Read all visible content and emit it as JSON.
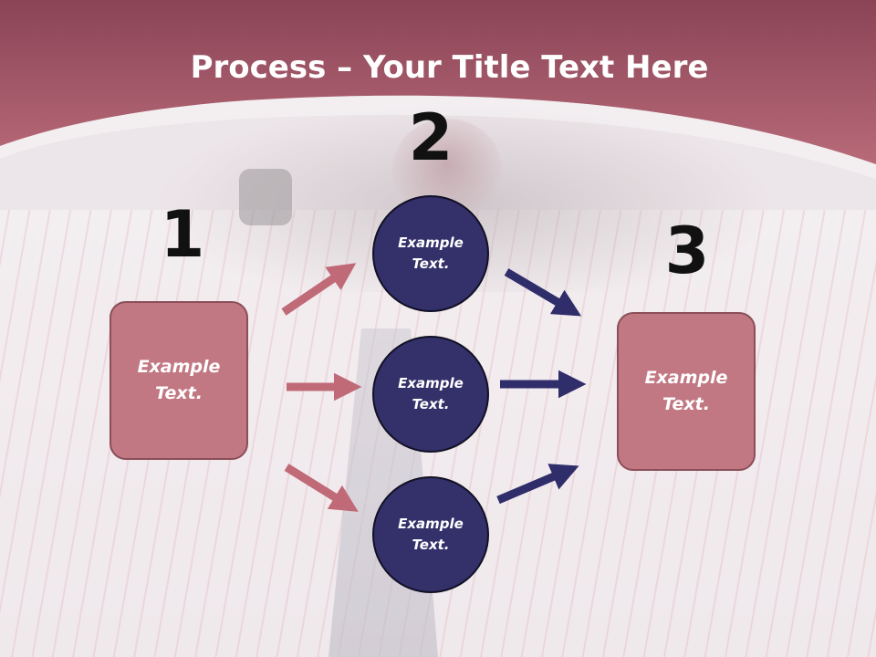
{
  "title": {
    "bold": "Process",
    "rest": " – Your Title Text Here"
  },
  "steps": {
    "one": "1",
    "two": "2",
    "three": "3"
  },
  "boxes": {
    "left": "Example Text.",
    "right": "Example Text."
  },
  "circles": [
    "Example Text.",
    "Example Text.",
    "Example Text."
  ],
  "colors": {
    "header": "#b05e6e",
    "box_fill": "#c27883",
    "circle_fill": "#33306a",
    "arrow_pink": "#c06a78",
    "arrow_navy": "#2f2d6a"
  }
}
